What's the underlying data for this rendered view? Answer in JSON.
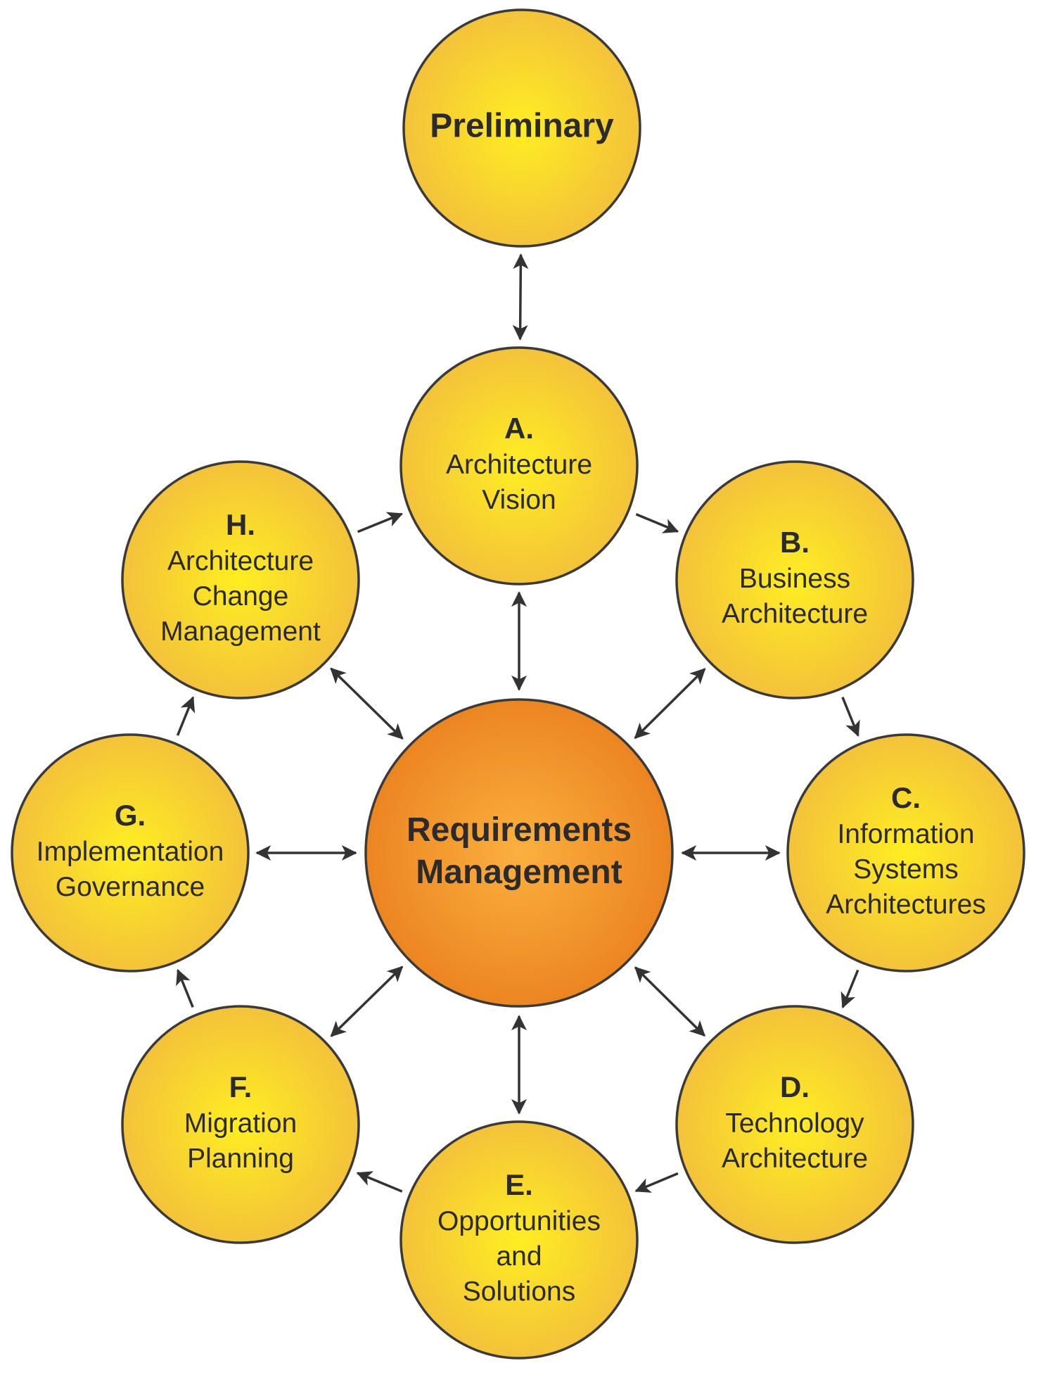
{
  "colors": {
    "node_center": "#ffee22",
    "node_edge": "#f3c23a",
    "hub_center": "#fbb040",
    "hub_edge": "#ec8520",
    "outline": "#3a3a3a",
    "arrow": "#333333",
    "text": "#2b2b2b"
  },
  "nodes": [
    {
      "id": "preliminary",
      "title": "Preliminary",
      "letter": "",
      "lines": []
    },
    {
      "id": "a",
      "title": "",
      "letter": "A.",
      "lines": [
        "Architecture",
        "Vision"
      ]
    },
    {
      "id": "b",
      "title": "",
      "letter": "B.",
      "lines": [
        "Business",
        "Architecture"
      ]
    },
    {
      "id": "c",
      "title": "",
      "letter": "C.",
      "lines": [
        "Information",
        "Systems",
        "Architectures"
      ]
    },
    {
      "id": "d",
      "title": "",
      "letter": "D.",
      "lines": [
        "Technology",
        "Architecture"
      ]
    },
    {
      "id": "e",
      "title": "",
      "letter": "E.",
      "lines": [
        "Opportunities",
        "and",
        "Solutions"
      ]
    },
    {
      "id": "f",
      "title": "",
      "letter": "F.",
      "lines": [
        "Migration",
        "Planning"
      ]
    },
    {
      "id": "g",
      "title": "",
      "letter": "G.",
      "lines": [
        "Implementation",
        "Governance"
      ]
    },
    {
      "id": "h",
      "title": "",
      "letter": "H.",
      "lines": [
        "Architecture",
        "Change",
        "Management"
      ]
    },
    {
      "id": "rm",
      "title": "",
      "letter": "",
      "lines": [],
      "bold_lines": [
        "Requirements",
        "Management"
      ]
    }
  ],
  "edges": [
    {
      "from": "preliminary",
      "to": "a",
      "type": "both"
    },
    {
      "from": "a",
      "to": "b",
      "type": "forward"
    },
    {
      "from": "b",
      "to": "c",
      "type": "forward"
    },
    {
      "from": "c",
      "to": "d",
      "type": "forward"
    },
    {
      "from": "d",
      "to": "e",
      "type": "forward"
    },
    {
      "from": "e",
      "to": "f",
      "type": "forward"
    },
    {
      "from": "f",
      "to": "g",
      "type": "forward"
    },
    {
      "from": "g",
      "to": "h",
      "type": "forward"
    },
    {
      "from": "h",
      "to": "a",
      "type": "forward"
    },
    {
      "from": "rm",
      "to": "a",
      "type": "both"
    },
    {
      "from": "rm",
      "to": "b",
      "type": "both"
    },
    {
      "from": "rm",
      "to": "c",
      "type": "both"
    },
    {
      "from": "rm",
      "to": "d",
      "type": "both"
    },
    {
      "from": "rm",
      "to": "e",
      "type": "both"
    },
    {
      "from": "rm",
      "to": "f",
      "type": "both"
    },
    {
      "from": "rm",
      "to": "g",
      "type": "both"
    },
    {
      "from": "rm",
      "to": "h",
      "type": "both"
    }
  ]
}
